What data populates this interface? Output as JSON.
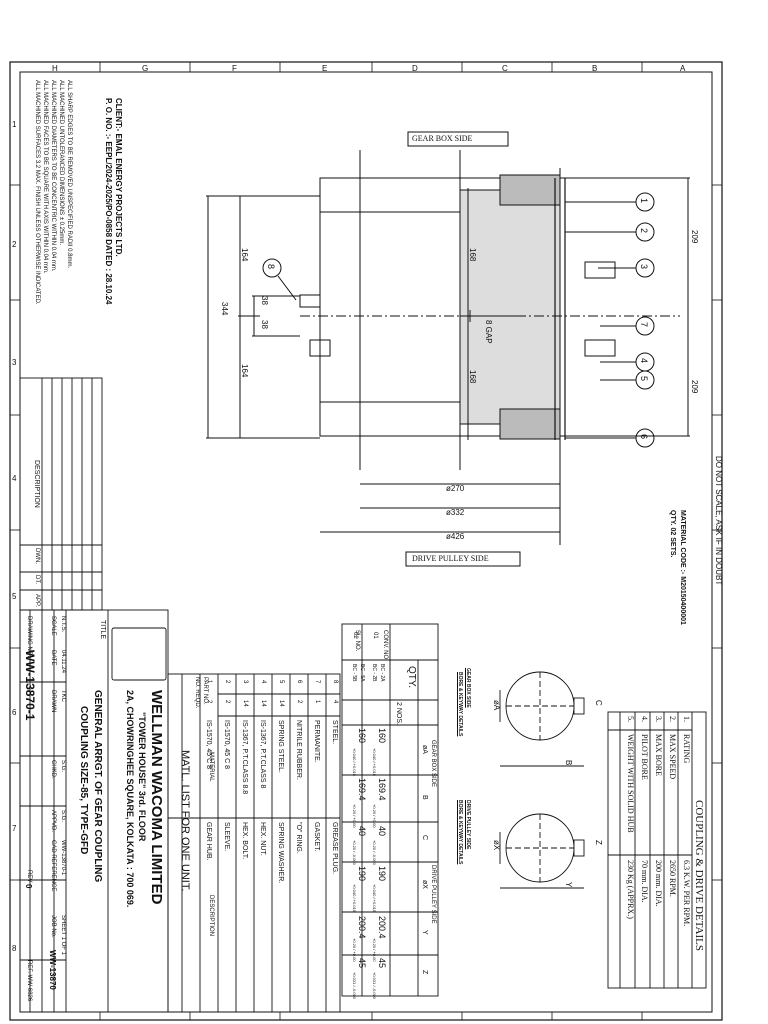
{
  "frame": {
    "zones_top": [
      "H",
      "G",
      "F",
      "E",
      "D",
      "C",
      "B",
      "A"
    ],
    "zones_side": [
      "1",
      "2",
      "3",
      "4",
      "5",
      "6",
      "7",
      "8"
    ]
  },
  "notes": [
    "ALL SHARP EDGES TO BE REMOVED UNSPECIFIED RADII 0.8mm.",
    "ALL MACHINED UNTOLERANCED DIMENSIONS ± 0.25mm.",
    "ALL MACHINED DIAMETERS TO BE CONCENTRIC WITHIN 0.04 mm.",
    "ALL MACHINED FACES TO BE SQUARE WITH AXIS WITHIN 0.04 mm.",
    "ALL MACHINED SURFACES 3.2 MAX. FINISH UNLESS OTHERWISE INDICATED."
  ],
  "client": {
    "line1": "CLIENT:- EMAL ENERGY PROJECTS LTD.",
    "line2": "P. O. NO. :- EEPL/2024-2025/PO-0858 DATED : 28.10.24"
  },
  "drawing": {
    "gear_box_side": "GEAR BOX  SIDE",
    "drive_pulley_side": "DRIVE  PULLEY SIDE",
    "dims": {
      "d344": "344",
      "d164a": "164",
      "d164b": "164",
      "d38a": "38",
      "d38b": "38",
      "d168a": "168",
      "d168b": "168",
      "gap": "8 GAP",
      "d209a": "209",
      "d209b": "209",
      "d270": "ø270",
      "d332": "ø332",
      "d426": "ø426"
    },
    "balloons": [
      "1",
      "2",
      "3",
      "7",
      "4",
      "5",
      "6",
      "8"
    ]
  },
  "do_not_scale": "DO NOT SCALE, ASK IF IN DOUBT",
  "material_code": {
    "line1": "MATERIAL CODE :- M20150400001",
    "line2": "QTY. 02 SETS."
  },
  "coupling": {
    "title": "COUPLING & DRIVE DETAILS",
    "rows": [
      {
        "no": "1.",
        "label": "RATING",
        "value": "6.3 K.W. PER RPM."
      },
      {
        "no": "2.",
        "label": "MAX SPEED",
        "value": "2650 RPM."
      },
      {
        "no": "3.",
        "label": "MAX BORE",
        "value": "200 mm. DIA."
      },
      {
        "no": "4.",
        "label": "PILOT BORE",
        "value": "70 mm. DIA."
      },
      {
        "no": "5.",
        "label": "WEIGHT WITH SOLID HUB",
        "value": "230 Kg (APPRX.)"
      }
    ]
  },
  "keyway": {
    "gear_box_caption": "GEAR BOX SIDE",
    "gear_box_caption2": "BORE & KEYWAY DETAILS",
    "drive_caption": "DRIVE PULLEY SIDE",
    "drive_caption2": "BORE & KEYWAY DETAILS",
    "labels": {
      "phiA": "øA",
      "C": "C",
      "B": "B",
      "phiX": "øX",
      "Z": "Z",
      "Y": "Y"
    }
  },
  "bore_table": {
    "headers": {
      "sl": "SL. NO.",
      "conv": "CONV. NO.",
      "qty": "QTY.",
      "gear": "GEAR BOX SIDE",
      "drive": "DRIVE PULLEY SIDE",
      "a": "øA",
      "b": "B",
      "c": "C",
      "x": "øX",
      "y": "Y",
      "z": "Z"
    },
    "qty_value": "2 NOS.",
    "rows": [
      {
        "sl": "01",
        "conv1": "BC - 2A",
        "conv2": "BC - 2B",
        "a": "160",
        "a_tol": "+0.040 / +0.015",
        "b": "169.4",
        "b_tol": "+0.20 / +0.00",
        "c": "40",
        "c_tol": "+0.20 / -0.000",
        "x": "190",
        "x_tol": "+0.040 / +0.015",
        "y": "200.4",
        "y_tol": "+0.20 / +0.00",
        "z": "45",
        "z_tol": "+0.031 / -0.000"
      },
      {
        "sl": "02",
        "conv1": "BC - 5A",
        "conv2": "BC - 5B",
        "a": "160",
        "a_tol": "+0.040 / +0.015",
        "b": "169.4",
        "b_tol": "+0.20 / +0.00",
        "c": "40",
        "c_tol": "+0.20 / -0.000",
        "x": "190",
        "x_tol": "+0.040 / +0.015",
        "y": "200.4",
        "y_tol": "+0.20 / +0.00",
        "z": "45",
        "z_tol": "+0.031 / -0.000"
      }
    ]
  },
  "parts": {
    "title": "MATL. LIST FOR ONE UNIT.",
    "headers": {
      "part": "PART NO.",
      "reqd": "NO. REQD.",
      "material": "MATERIAL",
      "description": "DESCRIPTION"
    },
    "rows": [
      {
        "part": "8",
        "reqd": "4",
        "material": "STEEL.",
        "description": "GREASE PLUG."
      },
      {
        "part": "7",
        "reqd": "1",
        "material": "PERMANITE.",
        "description": "GASKET."
      },
      {
        "part": "6",
        "reqd": "2",
        "material": "NITRILE RUBBER.",
        "description": "\"O\" RING."
      },
      {
        "part": "5",
        "reqd": "14",
        "material": "SPRING STEEL.",
        "description": "SPRING WASHER."
      },
      {
        "part": "4",
        "reqd": "14",
        "material": "IS-1367, P.T.CLASS 8",
        "description": "HEX. NUT."
      },
      {
        "part": "3",
        "reqd": "14",
        "material": "IS-1367, P.T.CLASS 8.8",
        "description": "HEX. BOLT."
      },
      {
        "part": "2",
        "reqd": "2",
        "material": "IS-1570, 45 C 8",
        "description": "SLEEVE."
      },
      {
        "part": "1",
        "reqd": "2",
        "material": "IS-1570, 45 C 8",
        "description": "GEAR HUB."
      }
    ]
  },
  "title_block": {
    "company": "WELLMAN WACOMA LIMITED",
    "addr1": "\"TOWER HOUSE\" 3rd. FLOOR",
    "addr2": "2A, CHOWRINGHEE SQUARE, KOLKATA : 700 069.",
    "title_label": "TITLE",
    "title1": "GENERAL ARRGT. OF GEAR COUPLING",
    "title2": "COUPLING SIZE-85, TYPE-GFD",
    "nts": "N.T.S.",
    "date_v": "04.11.24",
    "tkc": "TKC",
    "sg1": "S.G.",
    "sg2": "S.G.",
    "drawing_ref": "WW-13870-1",
    "sheet": "SHEET 1 OF 1",
    "scale": "SCALE",
    "date": "DATE",
    "drawn": "DRAWN",
    "chkd": "CHKD.",
    "appd": "APPVD.",
    "cad": "CAD REFERENCE",
    "job": "JOB No.",
    "job_v": "WW-13870",
    "drg_no": "DRAWING NO.",
    "drg_no_v": "WW-13870-1",
    "rev": "REV",
    "rev_v": "0",
    "ref": "REF. WW-6826"
  },
  "revision": {
    "description": "DESCRIPTION",
    "dwn": "DWN.",
    "dt": "DT.",
    "app": "APP."
  }
}
